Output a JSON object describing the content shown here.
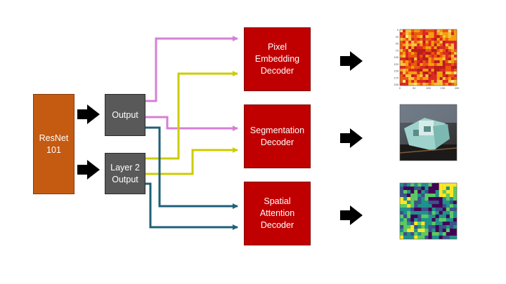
{
  "blocks": {
    "backbone": {
      "label": "ResNet\n101",
      "color": "#c55a11"
    },
    "output": {
      "label": "Output",
      "color": "#595959"
    },
    "layer2_output": {
      "label": "Layer 2\nOutput",
      "color": "#595959"
    },
    "decoders": [
      {
        "label": "Pixel\nEmbedding\nDecoder"
      },
      {
        "label": "Segmentation\nDecoder"
      },
      {
        "label": "Spatial\nAttention\nDecoder"
      }
    ],
    "decoder_color": "#c00000"
  },
  "connector_colors": {
    "pixel_embedding": "#d67fd6",
    "segmentation": "#cccc00",
    "spatial_attention": "#1f5f7a"
  },
  "thumbnails": [
    {
      "kind": "heatmap",
      "palette": "yellow-red",
      "tick_labels_x": [
        "0",
        "50",
        "100",
        "150",
        "200"
      ],
      "tick_labels_y": [
        "0",
        "25",
        "50",
        "75",
        "100",
        "125",
        "150",
        "175",
        "200"
      ]
    },
    {
      "kind": "photo",
      "subject": "train"
    },
    {
      "kind": "heatmap",
      "palette": "viridis"
    }
  ]
}
